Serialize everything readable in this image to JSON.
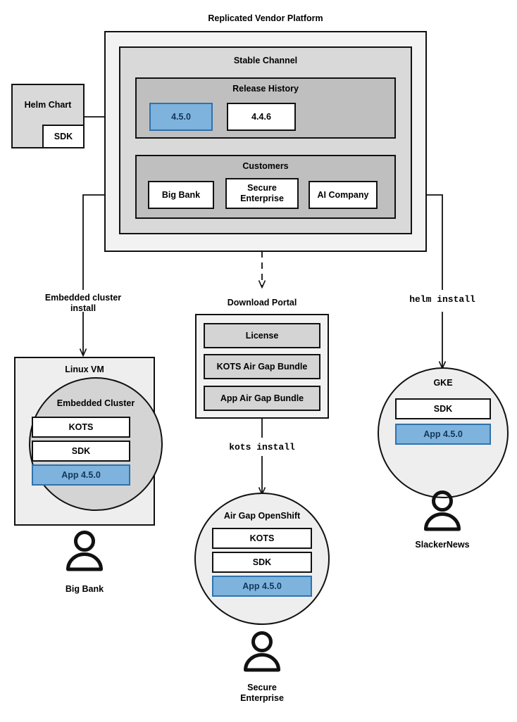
{
  "diagram": {
    "title": "Replicated Vendor Platform",
    "type": "architecture-flow"
  },
  "helm_chart": {
    "label": "Helm Chart",
    "sdk_label": "SDK"
  },
  "vendor_platform": {
    "title": "Replicated Vendor Platform",
    "channel": {
      "title": "Stable Channel",
      "release_history": {
        "title": "Release History",
        "releases": [
          {
            "version": "4.5.0",
            "highlighted": true
          },
          {
            "version": "4.4.6",
            "highlighted": false
          }
        ]
      },
      "customers": {
        "title": "Customers",
        "items": [
          {
            "name": "Big Bank"
          },
          {
            "name": "Secure\nEnterprise"
          },
          {
            "name": "AI Company"
          }
        ]
      }
    }
  },
  "edges": {
    "embedded_cluster_install": "Embedded cluster\ninstall",
    "kots_install": "kots install",
    "helm_install": "helm install"
  },
  "download_portal": {
    "title": "Download Portal",
    "items": [
      {
        "label": "License"
      },
      {
        "label": "KOTS Air Gap Bundle"
      },
      {
        "label": "App Air Gap Bundle"
      }
    ]
  },
  "targets": [
    {
      "id": "linux-vm",
      "title": "Linux VM",
      "inner_title": "Embedded Cluster",
      "components": [
        {
          "label": "KOTS",
          "highlighted": false
        },
        {
          "label": "SDK",
          "highlighted": false
        },
        {
          "label": "App 4.5.0",
          "highlighted": true
        }
      ],
      "customer": "Big Bank"
    },
    {
      "id": "air-gap-openshift",
      "title": "Air Gap OpenShift",
      "components": [
        {
          "label": "KOTS",
          "highlighted": false
        },
        {
          "label": "SDK",
          "highlighted": false
        },
        {
          "label": "App 4.5.0",
          "highlighted": true
        }
      ],
      "customer": "Secure\nEnterprise"
    },
    {
      "id": "gke",
      "title": "GKE",
      "components": [
        {
          "label": "SDK",
          "highlighted": false
        },
        {
          "label": "App 4.5.0",
          "highlighted": true
        }
      ],
      "customer": "SlackerNews"
    }
  ],
  "colors": {
    "highlight_fill": "#7eb3dd",
    "highlight_border": "#2f72ad",
    "highlight_text": "#12375b",
    "frame_outer": "#f2f2f2",
    "frame_mid": "#d9d9d9",
    "frame_inner": "#bfbfbf",
    "box_gray": "#d4d4d4",
    "stroke": "#111111"
  }
}
